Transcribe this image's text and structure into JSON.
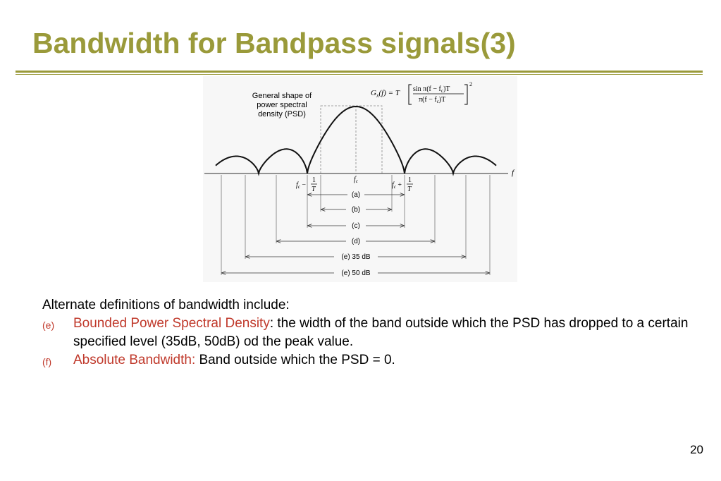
{
  "slide": {
    "title": "Bandwidth for Bandpass signals(3)",
    "page_number": "20"
  },
  "figure": {
    "caption_lines": [
      "General shape of",
      "power spectral",
      "density (PSD)"
    ],
    "formula": {
      "lhs": "G",
      "lhs_sub": "x",
      "lhs_arg": "(f) = T",
      "numerator": "sin π(f − f",
      "numerator_sub": "c",
      "numerator_tail": ")T",
      "denominator": "π(f − f",
      "denominator_sub": "c",
      "denominator_tail": ")T",
      "exponent": "2"
    },
    "axis_label": "f",
    "fc_label": "f",
    "fc_sub": "c",
    "left_label": "f",
    "left_label_sub": "c",
    "left_label_op": " −",
    "right_label": "f",
    "right_label_sub": "c",
    "right_label_op": " +",
    "frac_num": "1",
    "frac_den": "T",
    "bands": [
      {
        "label": "(a)"
      },
      {
        "label": "(b)"
      },
      {
        "label": "(c)"
      },
      {
        "label": "(d)"
      },
      {
        "label": "(e) 35 dB"
      },
      {
        "label": "(e) 50 dB"
      }
    ]
  },
  "text": {
    "intro": "Alternate definitions of bandwidth include:",
    "items": [
      {
        "marker": "(e)",
        "term": "Bounded Power Spectral Density",
        "desc": ": the width of the band outside which the PSD has dropped to a certain specified level (35dB, 50dB) od the peak value."
      },
      {
        "marker": "(f)",
        "term": "Absolute Bandwidth:",
        "desc": " Band outside which the PSD = 0."
      }
    ]
  }
}
